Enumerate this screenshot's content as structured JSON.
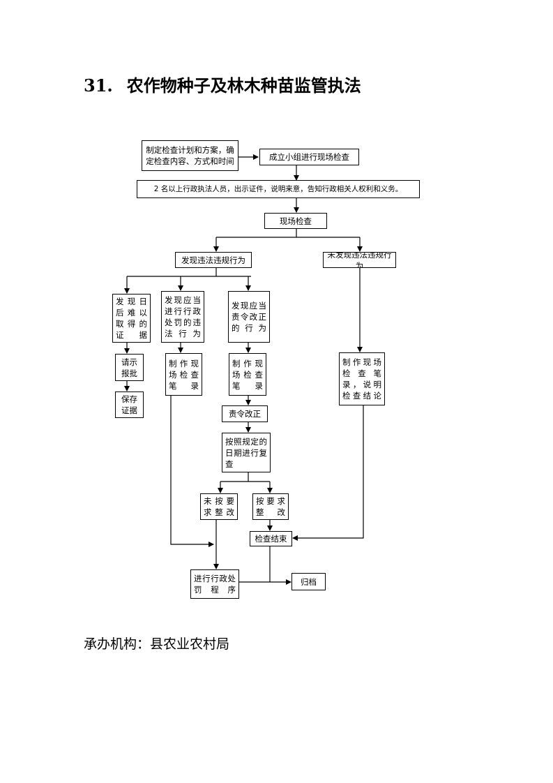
{
  "title": {
    "number": "31.",
    "text": "农作物种子及林木种苗监管执法"
  },
  "flowchart": {
    "nodes": {
      "plan": "制定检查计划和方案，确定检查内容、方式和时间",
      "team": "成立小组进行现场检查",
      "inform": "2 名以上行政执法人员，出示证件，说明来意，告知行政相关人权利和义务。",
      "inspect": "现场检查",
      "found": "发现违法违规行为",
      "not_found": "未发现违法违规行为",
      "hard_evidence": "发现日后难以取得的证据",
      "penalty_violation": "发现应当进行行政处罚的违法行为",
      "correct_violation": "发现应当责令改正的行为",
      "request_approval": "请示报批",
      "preserve_evidence": "保存证据",
      "record_penalty": "制作现场检查笔录",
      "record_correct": "制作现场检查笔录",
      "record_no_violation": "制作现场检查笔录，说明检查结论",
      "order_correct": "责令改正",
      "recheck": "按照规定的日期进行复查",
      "not_corrected": "未按要求整改",
      "corrected": "按要求整改",
      "inspection_end": "检查结束",
      "penalty_procedure": "进行行政处罚程序",
      "archive": "归档"
    }
  },
  "footer": "承办机构：县农业农村局"
}
